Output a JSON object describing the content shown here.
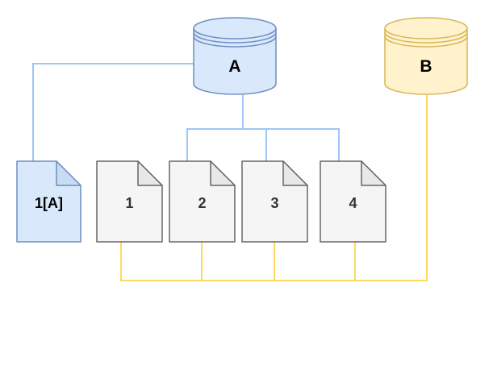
{
  "diagram": {
    "title": "",
    "nodes": {
      "cylinder_a": {
        "label": "A",
        "type": "database-cylinder",
        "fill": "#dae8fc",
        "stroke": "#6c8ebf"
      },
      "cylinder_b": {
        "label": "B",
        "type": "database-cylinder",
        "fill": "#fff2cc",
        "stroke": "#d6b656"
      },
      "doc_1a": {
        "label": "1[A]",
        "type": "note-document",
        "fill": "#dae8fc",
        "stroke": "#6c8ebf",
        "fold_fill": "#c9daf3"
      },
      "doc_1": {
        "label": "1",
        "type": "note-document",
        "fill": "#f5f5f5",
        "stroke": "#666666",
        "fold_fill": "#e8e8e8"
      },
      "doc_2": {
        "label": "2",
        "type": "note-document",
        "fill": "#f5f5f5",
        "stroke": "#666666",
        "fold_fill": "#e8e8e8"
      },
      "doc_3": {
        "label": "3",
        "type": "note-document",
        "fill": "#f5f5f5",
        "stroke": "#666666",
        "fold_fill": "#e8e8e8"
      },
      "doc_4": {
        "label": "4",
        "type": "note-document",
        "fill": "#f5f5f5",
        "stroke": "#666666",
        "fold_fill": "#e8e8e8"
      }
    },
    "edges": [
      {
        "from": "A",
        "to": "1[A]",
        "color": "blue"
      },
      {
        "from": "A",
        "to": "2",
        "color": "blue"
      },
      {
        "from": "A",
        "to": "3",
        "color": "blue"
      },
      {
        "from": "A",
        "to": "4",
        "color": "blue"
      },
      {
        "from": "B",
        "to": "1",
        "color": "yellow"
      },
      {
        "from": "B",
        "to": "2",
        "color": "yellow"
      },
      {
        "from": "B",
        "to": "3",
        "color": "yellow"
      },
      {
        "from": "B",
        "to": "4",
        "color": "yellow"
      }
    ],
    "connector_colors": {
      "blue": "#9ec7f4",
      "yellow": "#ffd95c"
    }
  }
}
